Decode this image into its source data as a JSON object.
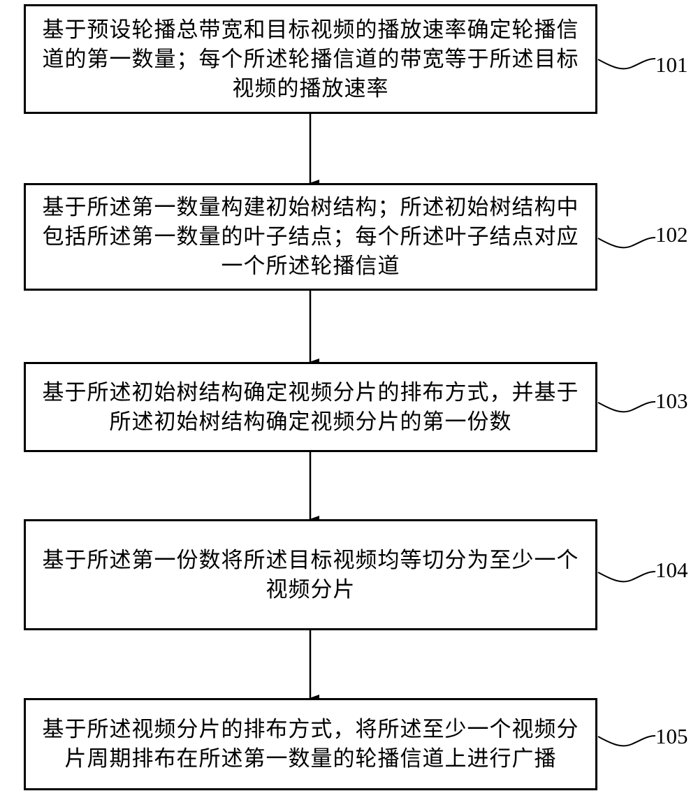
{
  "steps": [
    {
      "id": "101",
      "text": "基于预设轮播总带宽和目标视频的播放速率确定轮播信道的第一数量；每个所述轮播信道的带宽等于所述目标视频的播放速率"
    },
    {
      "id": "102",
      "text": "基于所述第一数量构建初始树结构；所述初始树结构中包括所述第一数量的叶子结点；每个所述叶子结点对应一个所述轮播信道"
    },
    {
      "id": "103",
      "text": "基于所述初始树结构确定视频分片的排布方式，并基于所述初始树结构确定视频分片的第一份数"
    },
    {
      "id": "104",
      "text": "基于所述第一份数将所述目标视频均等切分为至少一个视频分片"
    },
    {
      "id": "105",
      "text": "基于所述视频分片的排布方式，将所述至少一个视频分片周期排布在所述第一数量的轮播信道上进行广播"
    }
  ]
}
